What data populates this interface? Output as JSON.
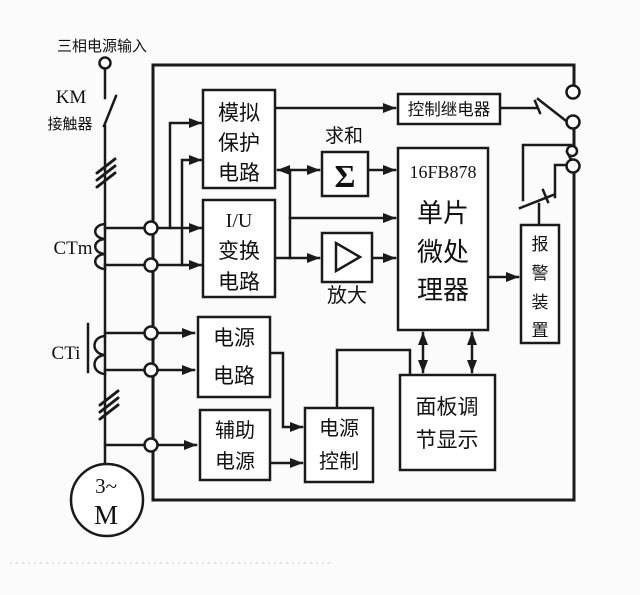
{
  "labels": {
    "power_input": "三相电源输入",
    "km": "KM",
    "km_sub": "接触器",
    "ctm": "CTm",
    "cti": "CTi",
    "motor_phase": "3~",
    "motor_letter": "M",
    "sum": "求和",
    "amp": "放大"
  },
  "symbols": {
    "sigma": "Σ"
  },
  "blocks": {
    "analog_protection": [
      "模拟",
      "保护",
      "电路"
    ],
    "iu_conversion": [
      "I/U",
      "变换",
      "电路"
    ],
    "control_relay": [
      "控制继电器"
    ],
    "mcu": [
      "16FB878",
      "单片",
      "微处",
      "理器"
    ],
    "alarm": [
      "报",
      "警",
      "装",
      "置"
    ],
    "power_circuit": [
      "电源",
      "电路"
    ],
    "aux_power": [
      "辅助",
      "电源"
    ],
    "power_control": [
      "电源",
      "控制"
    ],
    "panel_display": [
      "面板调",
      "节显示"
    ]
  },
  "colors": {
    "line": "#1a1a1a",
    "background": "#fbfbfb",
    "block_fill": "#ffffff"
  }
}
